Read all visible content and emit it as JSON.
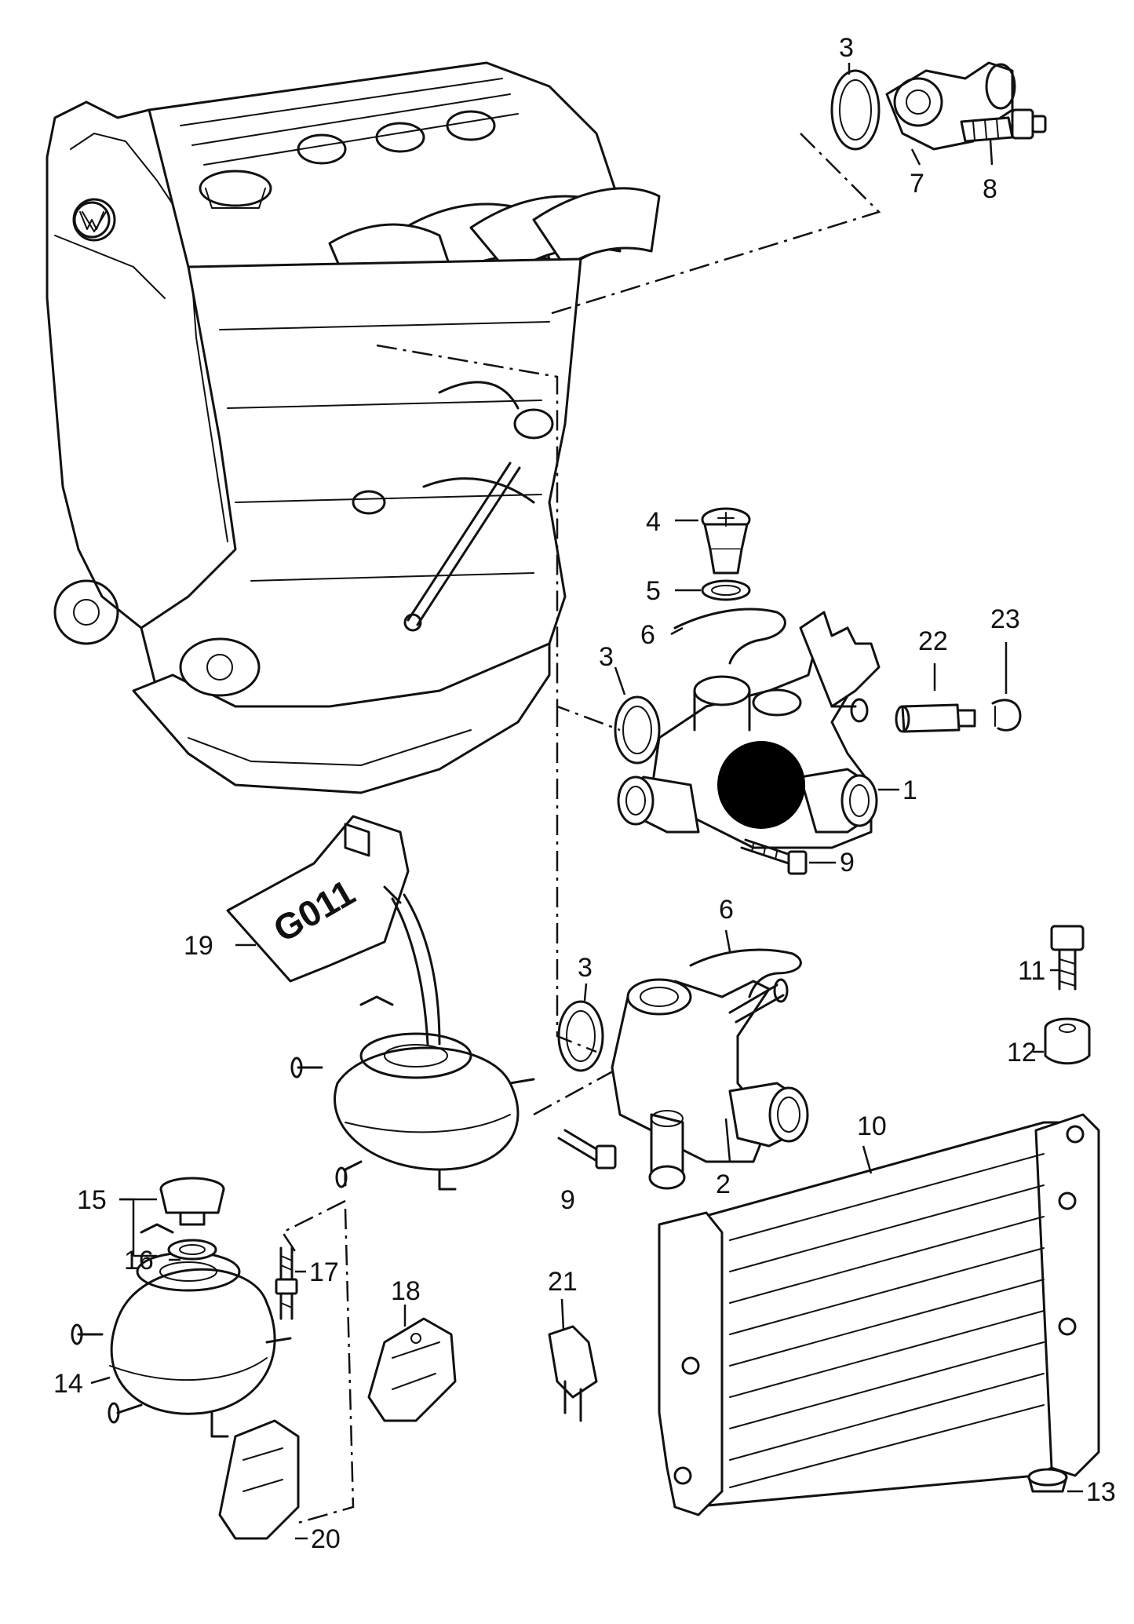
{
  "callouts": {
    "p1": "1",
    "p2": "2",
    "p3_top": "3",
    "p3_mid": "3",
    "p3_low": "3",
    "p4": "4",
    "p5": "5",
    "p6_mid": "6",
    "p6_low": "6",
    "p7": "7",
    "p8": "8",
    "p9_mid": "9",
    "p9_low": "9",
    "p10": "10",
    "p11": "11",
    "p12": "12",
    "p13": "13",
    "p14": "14",
    "p15": "15",
    "p16": "16",
    "p17": "17",
    "p18": "18",
    "p19": "19",
    "p20": "20",
    "p21": "21",
    "p22": "22",
    "p23": "23"
  },
  "canister_label": "G011",
  "icons": [
    "engine-block",
    "coolant-flange",
    "radiator",
    "expansion-tank",
    "coolant-canister",
    "vw-logo"
  ]
}
